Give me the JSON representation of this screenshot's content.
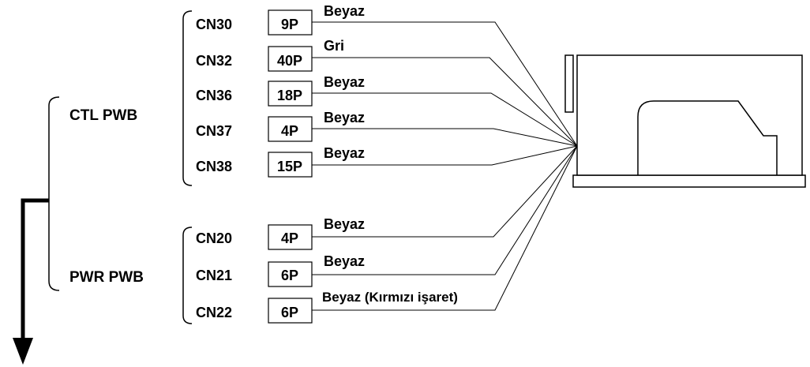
{
  "boards": [
    {
      "name": "CTL PWB"
    },
    {
      "name": "PWR PWB"
    }
  ],
  "connectors": [
    {
      "id": "CN30",
      "pins": "9P",
      "wire": "Beyaz"
    },
    {
      "id": "CN32",
      "pins": "40P",
      "wire": "Gri"
    },
    {
      "id": "CN36",
      "pins": "18P",
      "wire": "Beyaz"
    },
    {
      "id": "CN37",
      "pins": "4P",
      "wire": "Beyaz"
    },
    {
      "id": "CN38",
      "pins": "15P",
      "wire": "Beyaz"
    },
    {
      "id": "CN20",
      "pins": "4P",
      "wire": "Beyaz"
    },
    {
      "id": "CN21",
      "pins": "6P",
      "wire": "Beyaz"
    },
    {
      "id": "CN22",
      "pins": "6P",
      "wire": "Beyaz (Kırmızı işaret)"
    }
  ]
}
